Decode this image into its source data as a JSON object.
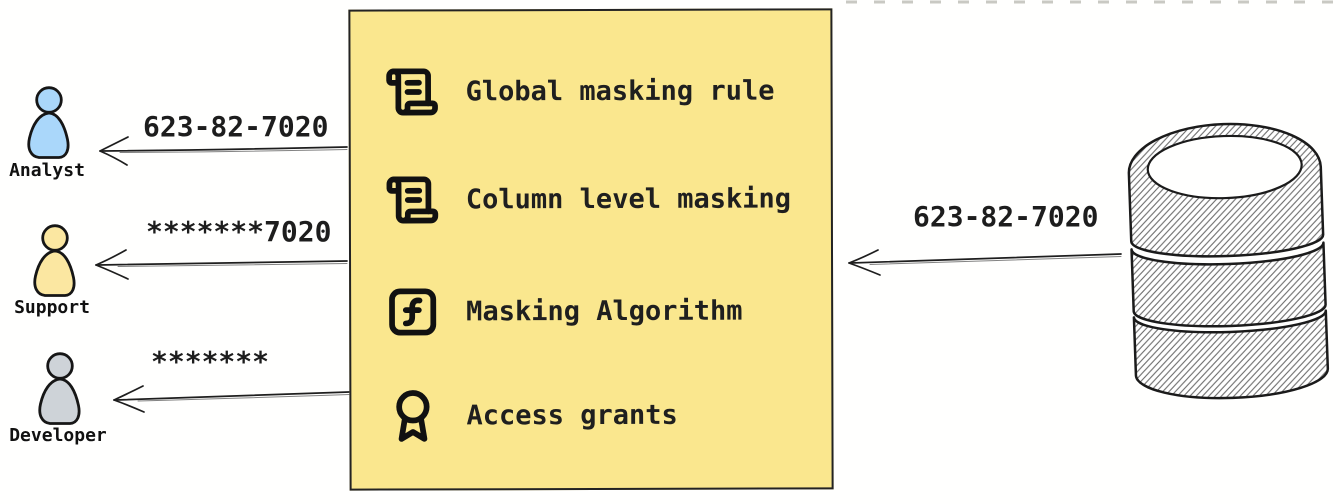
{
  "masking_box": {
    "items": [
      {
        "icon": "scroll-text-icon",
        "label": "Global masking rule"
      },
      {
        "icon": "scroll-text-icon",
        "label": "Column level masking"
      },
      {
        "icon": "function-square-icon",
        "label": "Masking Algorithm"
      },
      {
        "icon": "award-icon",
        "label": "Access grants"
      }
    ],
    "fill_color": "#fae78e"
  },
  "actors": [
    {
      "name": "Analyst",
      "received_value": "623-82-7020",
      "fill_color": "#aad7fa"
    },
    {
      "name": "Support",
      "received_value": "*******7020",
      "fill_color": "#fbe7a1"
    },
    {
      "name": "Developer",
      "received_value": "*******",
      "fill_color": "#ced3d8"
    }
  ],
  "database": {
    "icon": "database-cylinder-icon",
    "sent_value": "623-82-7020"
  },
  "colors": {
    "stroke": "#1e1e1e",
    "hatch": "#6b6b6b",
    "background": "#ffffff"
  }
}
